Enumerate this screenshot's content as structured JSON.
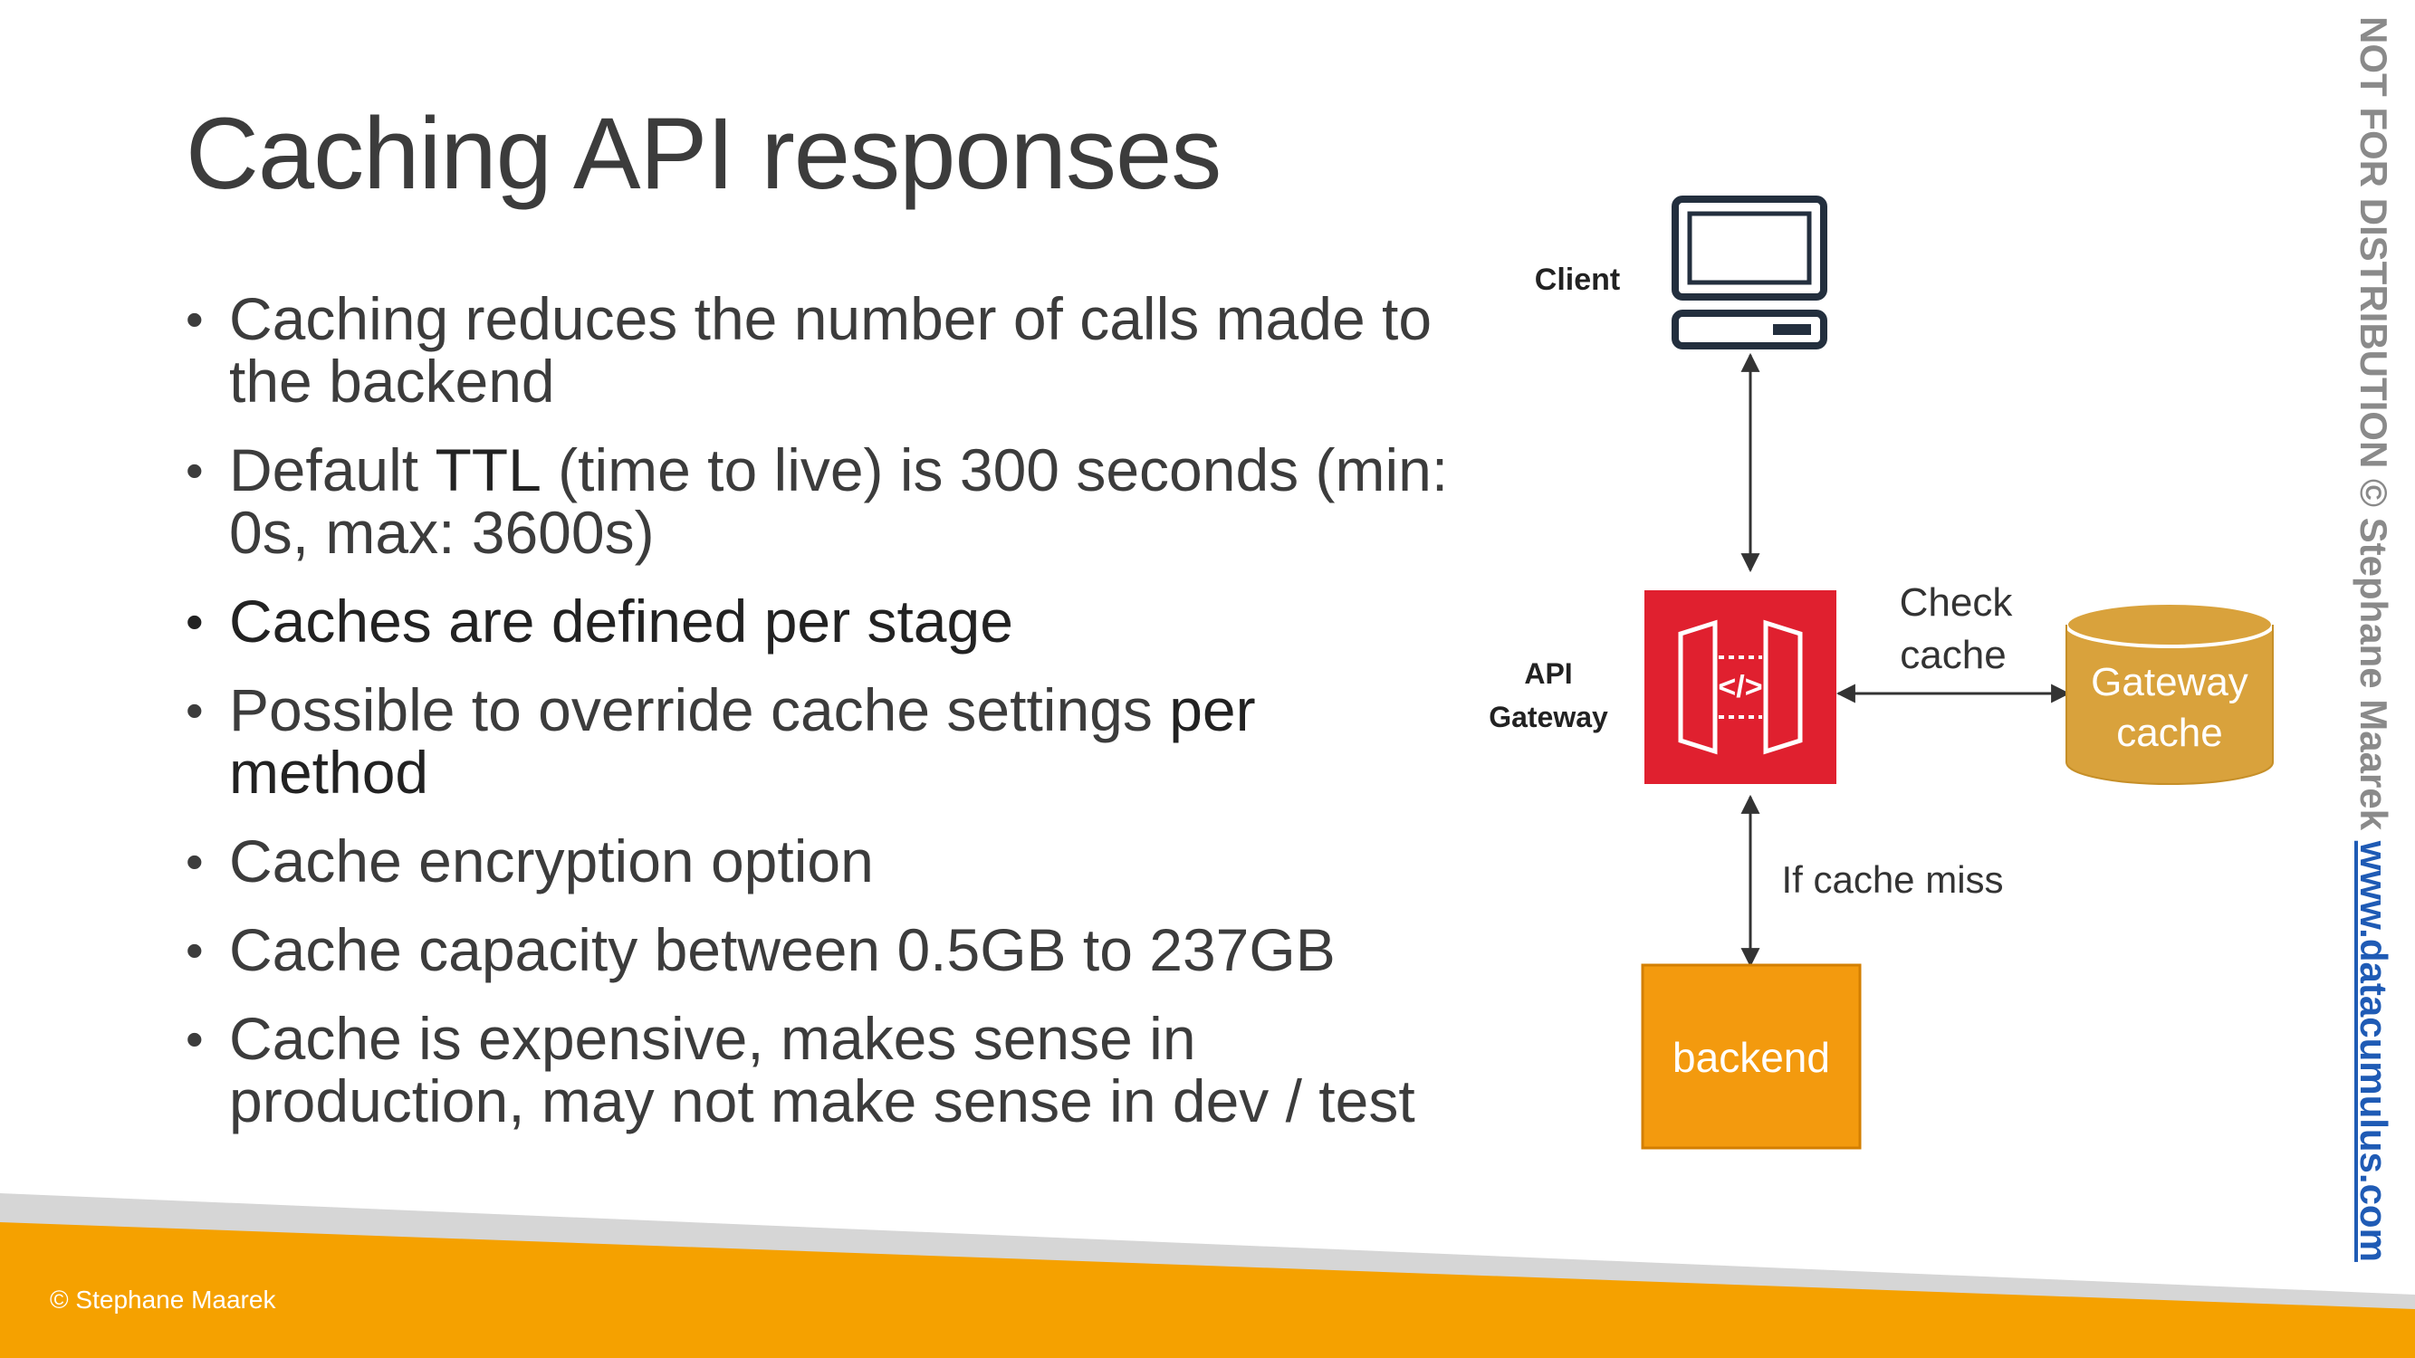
{
  "slide": {
    "title": "Caching API responses",
    "bullets": [
      {
        "text": "Caching reduces the number of calls made to the backend"
      },
      {
        "pre": "Default ",
        "strong": "TTL",
        "post": " (time to live) is 300 seconds (min: 0s, max: 3600s)"
      },
      {
        "text": "Caches are defined per stage"
      },
      {
        "pre": "Possible to override cache settings ",
        "strong": "per method"
      },
      {
        "text": "Cache encryption option"
      },
      {
        "text": "Cache capacity between 0.5GB to 237GB"
      },
      {
        "text": "Cache is expensive, makes sense in production, may not make sense in dev / test"
      }
    ]
  },
  "diagram": {
    "client_label": "Client",
    "api_gateway_label_1": "API",
    "api_gateway_label_2": "Gateway",
    "check_cache_1": "Check",
    "check_cache_2": "cache",
    "gateway_cache_1": "Gateway",
    "gateway_cache_2": "cache",
    "cache_miss_label": "If cache miss",
    "backend_label": "backend"
  },
  "footer": {
    "copyright": "© Stephane Maarek"
  },
  "watermark": {
    "text": "NOT FOR DISTRIBUTION © Stephane Maarek ",
    "link": "www.datacumulus.com"
  },
  "colors": {
    "footer_orange": "#f5a100",
    "footer_gray": "#d6d6d6",
    "api_gateway_red": "#e0202f",
    "cache_gold": "#d9a23c",
    "backend_orange": "#f39a0e",
    "client_navy": "#232f3e"
  }
}
